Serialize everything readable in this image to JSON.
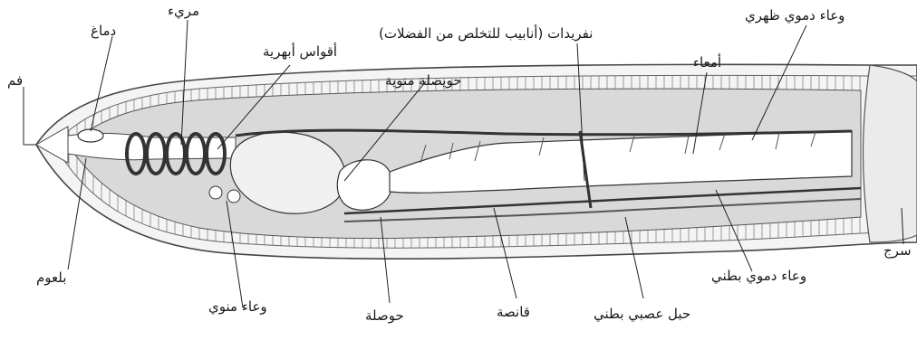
{
  "labels": {
    "mouth": "فم",
    "brain": "دماغ",
    "esophagus": "مريء",
    "aortic_arches": "أقواس أبهرية",
    "seminal_vesicle": "حويصلة منوية",
    "nephridia": "نفريدات (أنابيب للتخلص من الفضلات)",
    "intestine": "أمعاء",
    "dorsal_vessel": "وعاء دموي ظهري",
    "clitellum": "سرج",
    "ventral_vessel": "وعاء دموي بطني",
    "ventral_nerve_cord": "حبل عصبي بطني",
    "gizzard": "قانصة",
    "crop": "حوصلة",
    "sperm_duct": "وعاء منوي",
    "pharynx": "بلعوم"
  }
}
